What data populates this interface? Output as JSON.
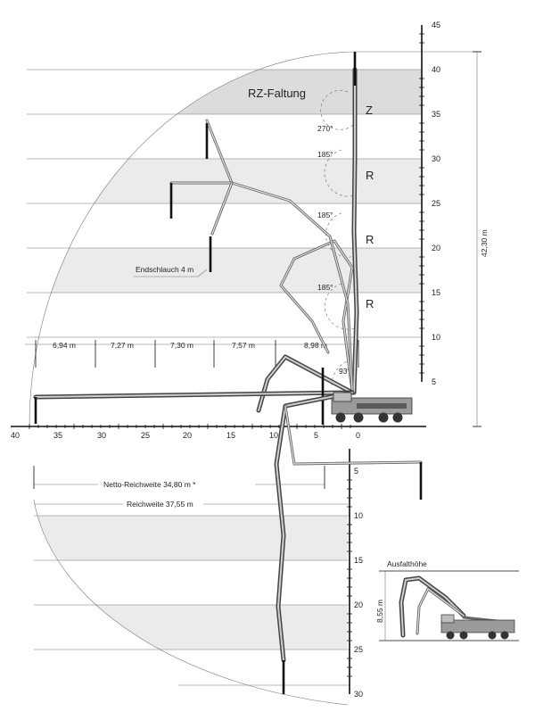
{
  "top_axis": {
    "labels": [
      "45",
      "40",
      "35",
      "30",
      "25",
      "20",
      "15",
      "10",
      "5"
    ]
  },
  "horizontal_axis": {
    "labels": [
      "40",
      "35",
      "30",
      "25",
      "20",
      "15",
      "10",
      "5",
      "0"
    ]
  },
  "bottom_axis": {
    "labels": [
      "5",
      "10",
      "15",
      "20",
      "25",
      "30"
    ]
  },
  "fold_label": "RZ-Faltung",
  "fold_types": [
    "Z",
    "R",
    "R",
    "R"
  ],
  "angles": [
    "270°",
    "185°",
    "185°",
    "185°",
    "93°"
  ],
  "end_hose_label": "Endschlauch 4 m",
  "section_lengths": [
    "6,94 m",
    "7,27 m",
    "7,30 m",
    "7,57 m",
    "8,98 m"
  ],
  "total_height_label": "42,30 m",
  "net_reach_label": "Netto-Reichweite 34,80 m *",
  "reach_label": "Reichweite 37,55 m",
  "inset": {
    "title": "Ausfalthöhe",
    "height_label": "8,55 m"
  }
}
